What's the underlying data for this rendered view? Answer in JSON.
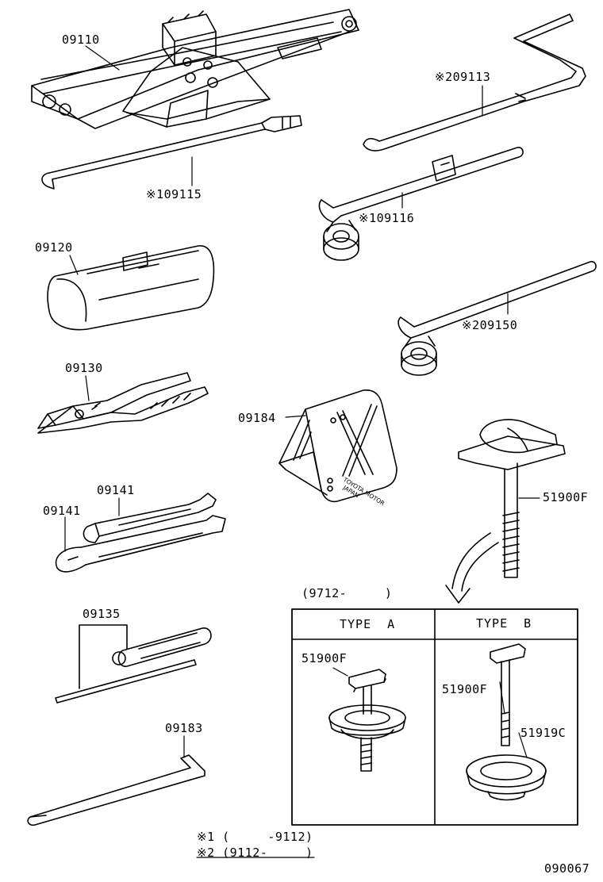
{
  "parts": {
    "jack": "09110",
    "jack_handle": "※109115",
    "handle_rod": "※209113",
    "wrench_1": "※109116",
    "tool_bag": "09120",
    "wrench_2": "※209150",
    "pliers": "09130",
    "chock": "09184",
    "spanner_upper": "09141",
    "spanner_lower": "09141",
    "spare_clamp": "51900F",
    "screwdriver": "09135",
    "hook": "09183"
  },
  "chock_marking": {
    "line1": "TOYOTA MOTOR",
    "line2": "JAPAN"
  },
  "variant_box": {
    "date_range": "(9712-     )",
    "type_a": {
      "header": "TYPE  A",
      "part": "51900F"
    },
    "type_b": {
      "header": "TYPE  B",
      "part_bolt": "51900F",
      "part_cushion": "51919C"
    }
  },
  "footnotes": {
    "note1": "※1 (     -9112)",
    "note2": "※2 (9112-     )"
  },
  "figure_number": "090067"
}
